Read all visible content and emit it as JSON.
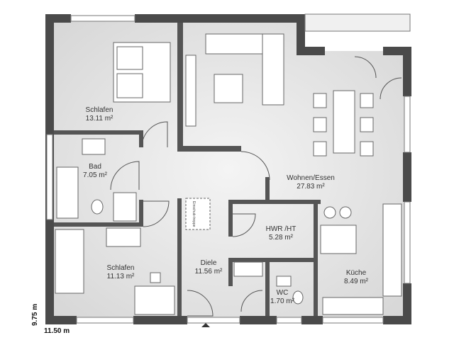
{
  "rooms": [
    {
      "name": "Schlafen",
      "area": "13.11 m²"
    },
    {
      "name": "Bad",
      "area": "7.05 m²"
    },
    {
      "name": "Wohnen/Essen",
      "area": "27.83 m²"
    },
    {
      "name": "HWR /HT",
      "area": "5.28 m²"
    },
    {
      "name": "Diele",
      "area": "11.56 m²"
    },
    {
      "name": "Schlafen",
      "area": "11.13 m²"
    },
    {
      "name": "Küche",
      "area": "8.49 m²"
    },
    {
      "name": "WC",
      "area": "1.70 m²"
    }
  ],
  "stair_label": "Einschub-treppe",
  "dimensions": {
    "height": "9.75 m",
    "width": "11.50 m"
  },
  "colors": {
    "wall": "#4a4a4a",
    "floor": "#e4e4e4"
  }
}
